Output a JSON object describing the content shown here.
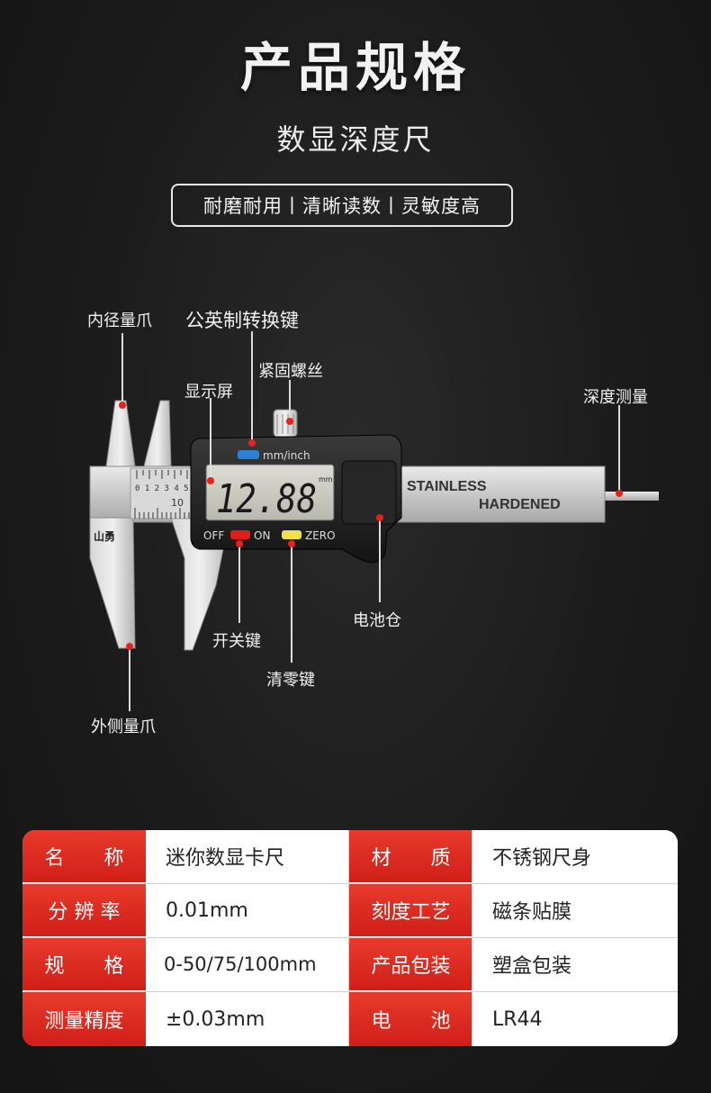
{
  "header": {
    "title": "产品规格",
    "subtitle": "数显深度尺",
    "tagline": "耐磨耐用丨清晰读数丨灵敏度高"
  },
  "diagram": {
    "labels": {
      "inner_jaw": "内径量爪",
      "unit_key": "公英制转换键",
      "lock_screw": "紧固螺丝",
      "display": "显示屏",
      "depth": "深度测量",
      "battery": "电池仓",
      "power_key": "开关键",
      "zero_key": "清零键",
      "outer_jaw": "外侧量爪"
    },
    "device": {
      "reading": "12.88",
      "reading_unit": "mm",
      "unit_button_text": "mm/inch",
      "off_text": "OFF",
      "on_text": "ON",
      "zero_text": "ZERO",
      "beam_text_1": "STAINLESS",
      "beam_text_2": "HARDENED",
      "scale_digits": "0 1 2 3 4 5",
      "scale_10": "10",
      "brand": "山勇",
      "unit_button_color": "#2b7fd6",
      "power_button_color": "#e01c1c",
      "zero_button_color": "#f2e04a"
    }
  },
  "specs": {
    "rows": [
      {
        "k1": "名　　称",
        "v1": "迷你数显卡尺",
        "k2": "材　　质",
        "v2": "不锈钢尺身"
      },
      {
        "k1": "分 辨 率",
        "v1": "0.01mm",
        "k2": "刻度工艺",
        "v2": "磁条贴膜"
      },
      {
        "k1": "规　　格",
        "v1": "0-50/75/100mm",
        "k2": "产品包装",
        "v2": "塑盒包装"
      },
      {
        "k1": "测量精度",
        "v1": "±0.03mm",
        "k2": "电　　池",
        "v2": "LR44"
      }
    ],
    "accent_color": "#d9261c"
  }
}
